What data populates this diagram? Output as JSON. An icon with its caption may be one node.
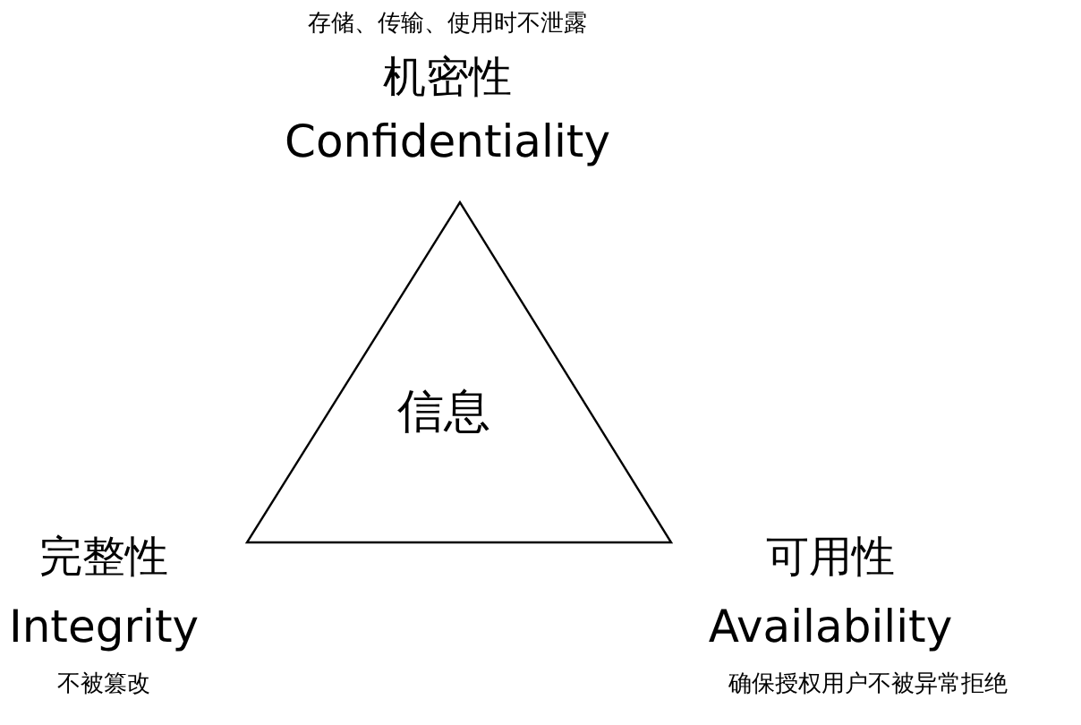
{
  "diagram": {
    "nodes": [
      {
        "text": [
          "信息"
        ]
      }
    ],
    "labels": [
      "存储、传输、使用时不泄露",
      "机密性",
      "Confidentiality",
      "完整性",
      "Integrity",
      "不被篡改",
      "可用性",
      "Availability",
      "确保授权用户不被异常拒绝"
    ]
  }
}
